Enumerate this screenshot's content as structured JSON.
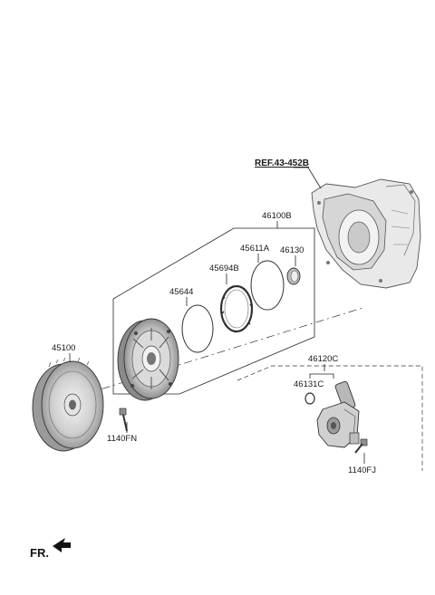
{
  "diagram": {
    "reference_label": "REF.43-452B",
    "direction_label": "FR.",
    "parts": {
      "assembly_46100B": "46100B",
      "o_ring_45644": "45644",
      "seal_ring_45694B": "45694B",
      "snap_ring_45611A": "45611A",
      "oil_seal_46130": "46130",
      "torque_converter_45100": "45100",
      "bolt_1140FN": "1140FN",
      "solenoid_assembly_46120C": "46120C",
      "o_ring_46131C": "46131C",
      "bolt_1140FJ": "1140FJ"
    }
  }
}
